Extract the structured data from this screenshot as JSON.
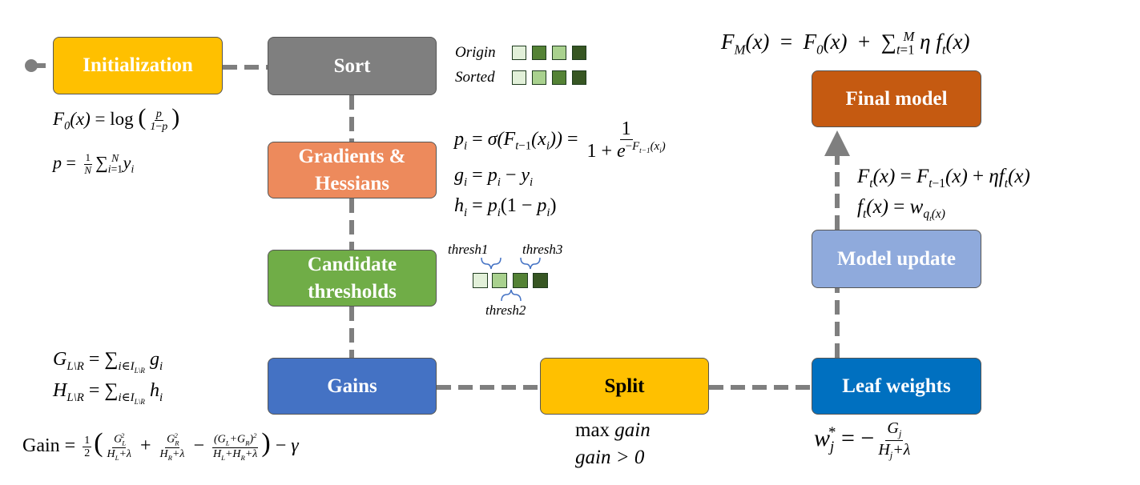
{
  "colors": {
    "initialization": "#ffc000",
    "sort": "#7f7f7f",
    "gradients": "#ed8a5c",
    "candidate": "#70ad47",
    "gains": "#4472c4",
    "split": "#ffc000",
    "leaf": "#0070c0",
    "update": "#8faadc",
    "final": "#c55a11",
    "connector": "#7f7f7f",
    "square_light": "#e2f0d9",
    "square_mid": "#a9d18e",
    "square_dark": "#548235",
    "square_darkest": "#375623"
  },
  "boxes": {
    "initialization": "Initialization",
    "sort": "Sort",
    "gradients_line1": "Gradients &",
    "gradients_line2": "Hessians",
    "candidate_line1": "Candidate",
    "candidate_line2": "thresholds",
    "gains": "Gains",
    "split": "Split",
    "leaf_weights": "Leaf weights",
    "model_update": "Model update",
    "final_model": "Final model"
  },
  "legend": {
    "origin": "Origin",
    "sorted": "Sorted",
    "thresh1": "thresh1",
    "thresh2": "thresh2",
    "thresh3": "thresh3"
  },
  "split_conditions": {
    "max": "max",
    "gain": "gain",
    "gain_positive": "gain > 0"
  }
}
